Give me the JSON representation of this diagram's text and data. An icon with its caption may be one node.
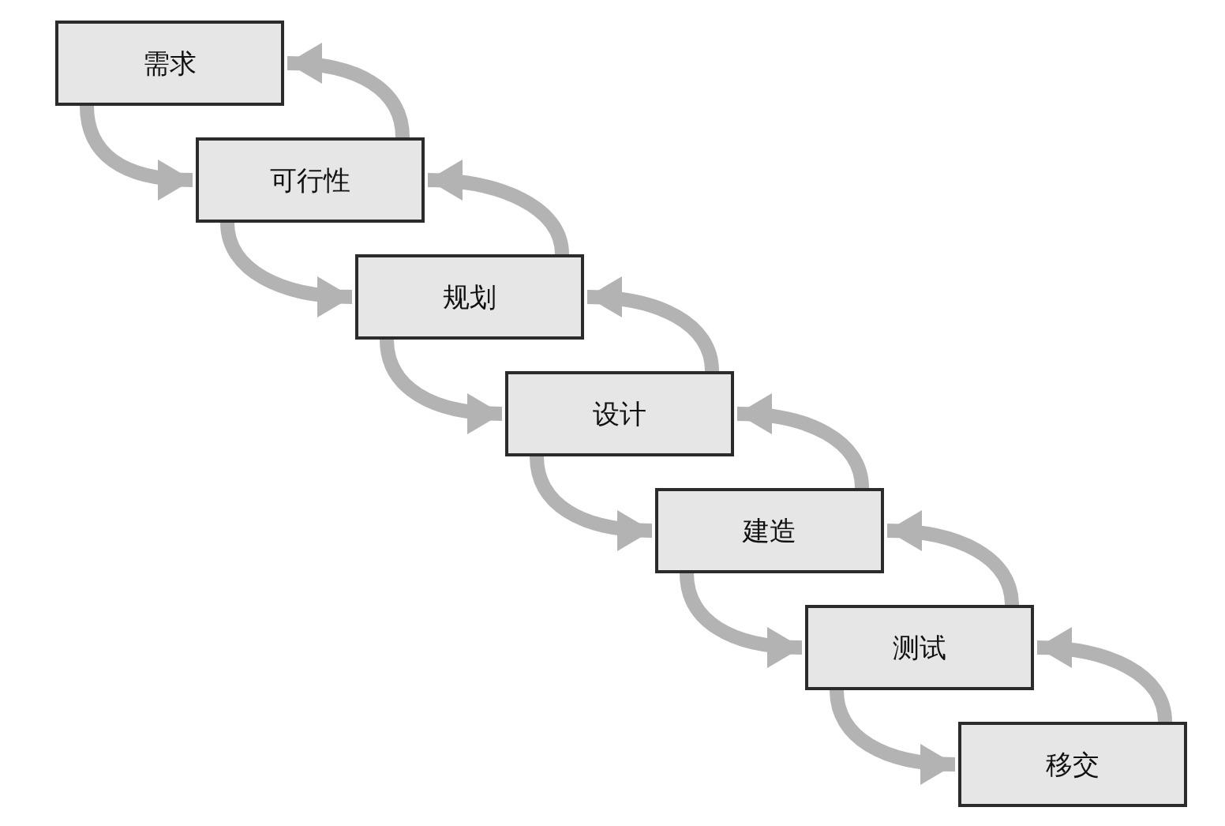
{
  "diagram": {
    "nodes": [
      {
        "text": [
          "需求"
        ]
      },
      {
        "text": [
          "可行性"
        ]
      },
      {
        "text": [
          "规划"
        ]
      },
      {
        "text": [
          "设计"
        ]
      },
      {
        "text": [
          "建造"
        ]
      },
      {
        "text": [
          "测试"
        ]
      },
      {
        "text": [
          "移交"
        ]
      }
    ],
    "edges": [
      {
        "from": 0,
        "to": 1,
        "arrow": "to"
      },
      {
        "from": 1,
        "to": 0,
        "arrow": "to"
      },
      {
        "from": 1,
        "to": 2,
        "arrow": "to"
      },
      {
        "from": 2,
        "to": 1,
        "arrow": "to"
      },
      {
        "from": 2,
        "to": 3,
        "arrow": "to"
      },
      {
        "from": 3,
        "to": 2,
        "arrow": "to"
      },
      {
        "from": 3,
        "to": 4,
        "arrow": "to"
      },
      {
        "from": 4,
        "to": 3,
        "arrow": "to"
      },
      {
        "from": 4,
        "to": 5,
        "arrow": "to"
      },
      {
        "from": 5,
        "to": 4,
        "arrow": "to"
      },
      {
        "from": 5,
        "to": 6,
        "arrow": "to"
      },
      {
        "from": 6,
        "to": 5,
        "arrow": "to"
      }
    ]
  }
}
